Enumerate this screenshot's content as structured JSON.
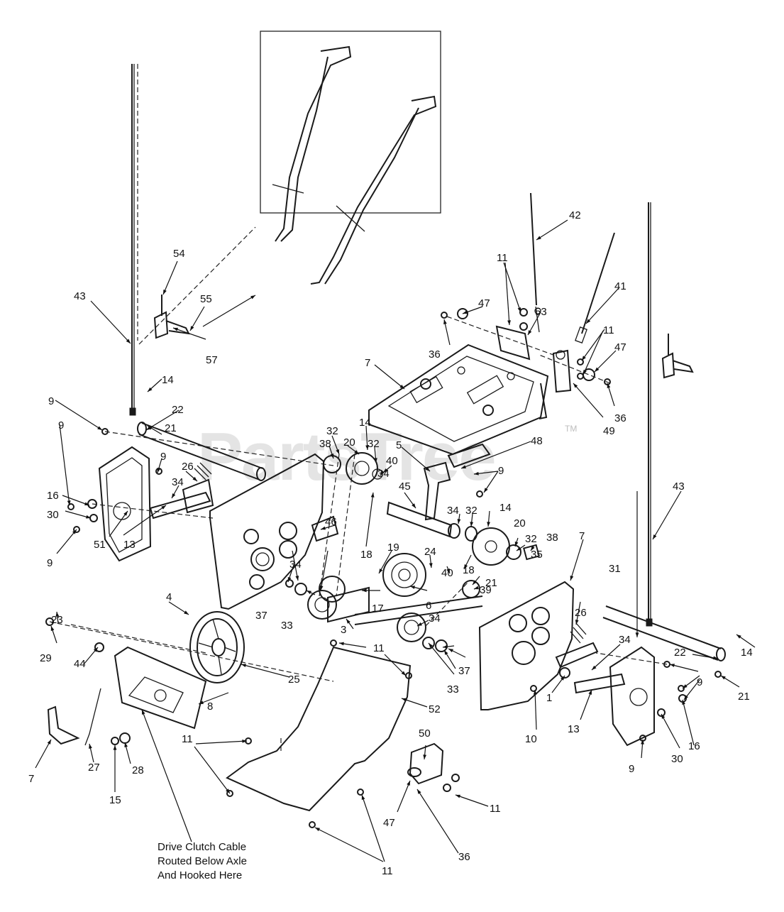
{
  "watermark": {
    "text": "PartsTree",
    "trademark": "TM"
  },
  "note": {
    "lines": [
      "Drive Clutch Cable",
      "Routed Below Axle",
      "And Hooked Here"
    ]
  },
  "callouts": [
    {
      "id": "c42",
      "label": "42"
    },
    {
      "id": "c11a",
      "label": "11"
    },
    {
      "id": "c47a",
      "label": "47"
    },
    {
      "id": "c53",
      "label": "53"
    },
    {
      "id": "c36a",
      "label": "36"
    },
    {
      "id": "c41",
      "label": "41"
    },
    {
      "id": "c11b",
      "label": "11"
    },
    {
      "id": "c47b",
      "label": "47"
    },
    {
      "id": "c36b",
      "label": "36"
    },
    {
      "id": "c49",
      "label": "49"
    },
    {
      "id": "c7a",
      "label": "7"
    },
    {
      "id": "c54",
      "label": "54"
    },
    {
      "id": "c55",
      "label": "55"
    },
    {
      "id": "c57",
      "label": "57"
    },
    {
      "id": "c43a",
      "label": "43"
    },
    {
      "id": "c14a",
      "label": "14"
    },
    {
      "id": "c22a",
      "label": "22"
    },
    {
      "id": "c21a",
      "label": "21"
    },
    {
      "id": "c9a",
      "label": "9"
    },
    {
      "id": "c9b",
      "label": "9"
    },
    {
      "id": "c9c",
      "label": "9"
    },
    {
      "id": "c9d",
      "label": "9"
    },
    {
      "id": "c16a",
      "label": "16"
    },
    {
      "id": "c30a",
      "label": "30"
    },
    {
      "id": "c26a",
      "label": "26"
    },
    {
      "id": "c34a",
      "label": "34"
    },
    {
      "id": "c13a",
      "label": "13"
    },
    {
      "id": "c51",
      "label": "51"
    },
    {
      "id": "c32a",
      "label": "32"
    },
    {
      "id": "c38a",
      "label": "38"
    },
    {
      "id": "c20a",
      "label": "20"
    },
    {
      "id": "c14b",
      "label": "14"
    },
    {
      "id": "c32b",
      "label": "32"
    },
    {
      "id": "c34b",
      "label": "34"
    },
    {
      "id": "c40a",
      "label": "40"
    },
    {
      "id": "c5",
      "label": "5"
    },
    {
      "id": "c48",
      "label": "48"
    },
    {
      "id": "c9e",
      "label": "9"
    },
    {
      "id": "c43b",
      "label": "43"
    },
    {
      "id": "c45",
      "label": "45"
    },
    {
      "id": "c46",
      "label": "46"
    },
    {
      "id": "c18a",
      "label": "18"
    },
    {
      "id": "c19",
      "label": "19"
    },
    {
      "id": "c34c",
      "label": "34"
    },
    {
      "id": "c32c",
      "label": "32"
    },
    {
      "id": "c14c",
      "label": "14"
    },
    {
      "id": "c20b",
      "label": "20"
    },
    {
      "id": "c38b",
      "label": "38"
    },
    {
      "id": "c7b",
      "label": "7"
    },
    {
      "id": "c32d",
      "label": "32"
    },
    {
      "id": "c35",
      "label": "35"
    },
    {
      "id": "c24",
      "label": "24"
    },
    {
      "id": "c40b",
      "label": "40"
    },
    {
      "id": "c18b",
      "label": "18"
    },
    {
      "id": "c21b",
      "label": "21"
    },
    {
      "id": "c39",
      "label": "39"
    },
    {
      "id": "c17",
      "label": "17"
    },
    {
      "id": "c6",
      "label": "6"
    },
    {
      "id": "c34d",
      "label": "34"
    },
    {
      "id": "c37a",
      "label": "37"
    },
    {
      "id": "c33a",
      "label": "33"
    },
    {
      "id": "c3",
      "label": "3"
    },
    {
      "id": "c34e",
      "label": "34"
    },
    {
      "id": "c31",
      "label": "31"
    },
    {
      "id": "c4",
      "label": "4"
    },
    {
      "id": "c23",
      "label": "23"
    },
    {
      "id": "c29",
      "label": "29"
    },
    {
      "id": "c44",
      "label": "44"
    },
    {
      "id": "c25",
      "label": "25"
    },
    {
      "id": "c8",
      "label": "8"
    },
    {
      "id": "c11c",
      "label": "11"
    },
    {
      "id": "c33b",
      "label": "33"
    },
    {
      "id": "c37b",
      "label": "37"
    },
    {
      "id": "c52",
      "label": "52"
    },
    {
      "id": "c26b",
      "label": "26"
    },
    {
      "id": "c34f",
      "label": "34"
    },
    {
      "id": "c14d",
      "label": "14"
    },
    {
      "id": "c22b",
      "label": "22"
    },
    {
      "id": "c9f",
      "label": "9"
    },
    {
      "id": "c21c",
      "label": "21"
    },
    {
      "id": "c1",
      "label": "1"
    },
    {
      "id": "c13b",
      "label": "13"
    },
    {
      "id": "c10",
      "label": "10"
    },
    {
      "id": "c16b",
      "label": "16"
    },
    {
      "id": "c30b",
      "label": "30"
    },
    {
      "id": "c9g",
      "label": "9"
    },
    {
      "id": "c7c",
      "label": "7"
    },
    {
      "id": "c27",
      "label": "27"
    },
    {
      "id": "c28",
      "label": "28"
    },
    {
      "id": "c15",
      "label": "15"
    },
    {
      "id": "c11d",
      "label": "11"
    },
    {
      "id": "c50",
      "label": "50"
    },
    {
      "id": "c47c",
      "label": "47"
    },
    {
      "id": "c11e",
      "label": "11"
    },
    {
      "id": "c36c",
      "label": "36"
    },
    {
      "id": "c11f",
      "label": "11"
    }
  ]
}
